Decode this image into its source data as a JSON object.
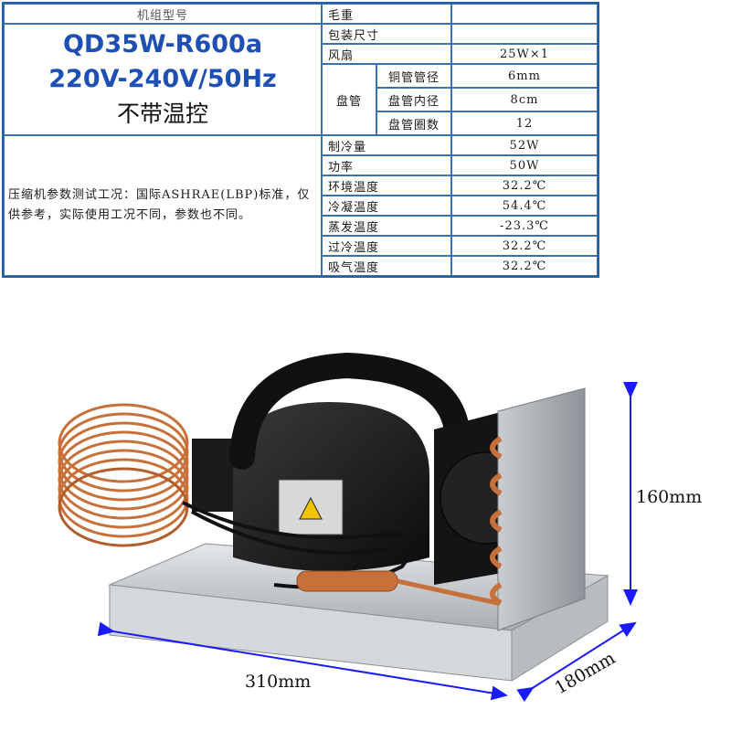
{
  "table": {
    "header_model": "机组型号",
    "model_line1": "QD35W-R600a",
    "model_line2": "220V-240V/50Hz",
    "model_line3": "不带温控",
    "note": "压缩机参数测试工况：国际ASHRAE(LBP)标准，仅供参考，实际使用工况不同，参数也不同。",
    "rows": [
      {
        "label": "毛重",
        "value": ""
      },
      {
        "label": "包装尺寸",
        "value": ""
      },
      {
        "label": "风扇",
        "value": "25W×1"
      },
      {
        "label": "制冷量",
        "value": "52W"
      },
      {
        "label": "功率",
        "value": "50W"
      },
      {
        "label": "环境温度",
        "value": "32.2℃"
      },
      {
        "label": "冷凝温度",
        "value": "54.4℃"
      },
      {
        "label": "蒸发温度",
        "value": "-23.3℃"
      },
      {
        "label": "过冷温度",
        "value": "32.2℃"
      },
      {
        "label": "吸气温度",
        "value": "32.2℃"
      }
    ],
    "coil_label": "盘管",
    "coil_rows": [
      {
        "label": "铜管管径",
        "value": "6mm"
      },
      {
        "label": "盘管内径",
        "value": "8cm"
      },
      {
        "label": "盘管圈数",
        "value": "12"
      }
    ]
  },
  "dimensions": {
    "height": "160mm",
    "length": "310mm",
    "depth": "180mm"
  },
  "colors": {
    "border": "#3a6fb0",
    "model_text": "#1e4fb4",
    "dimension_arrow": "#1a1aff",
    "copper": "#c8703a"
  }
}
